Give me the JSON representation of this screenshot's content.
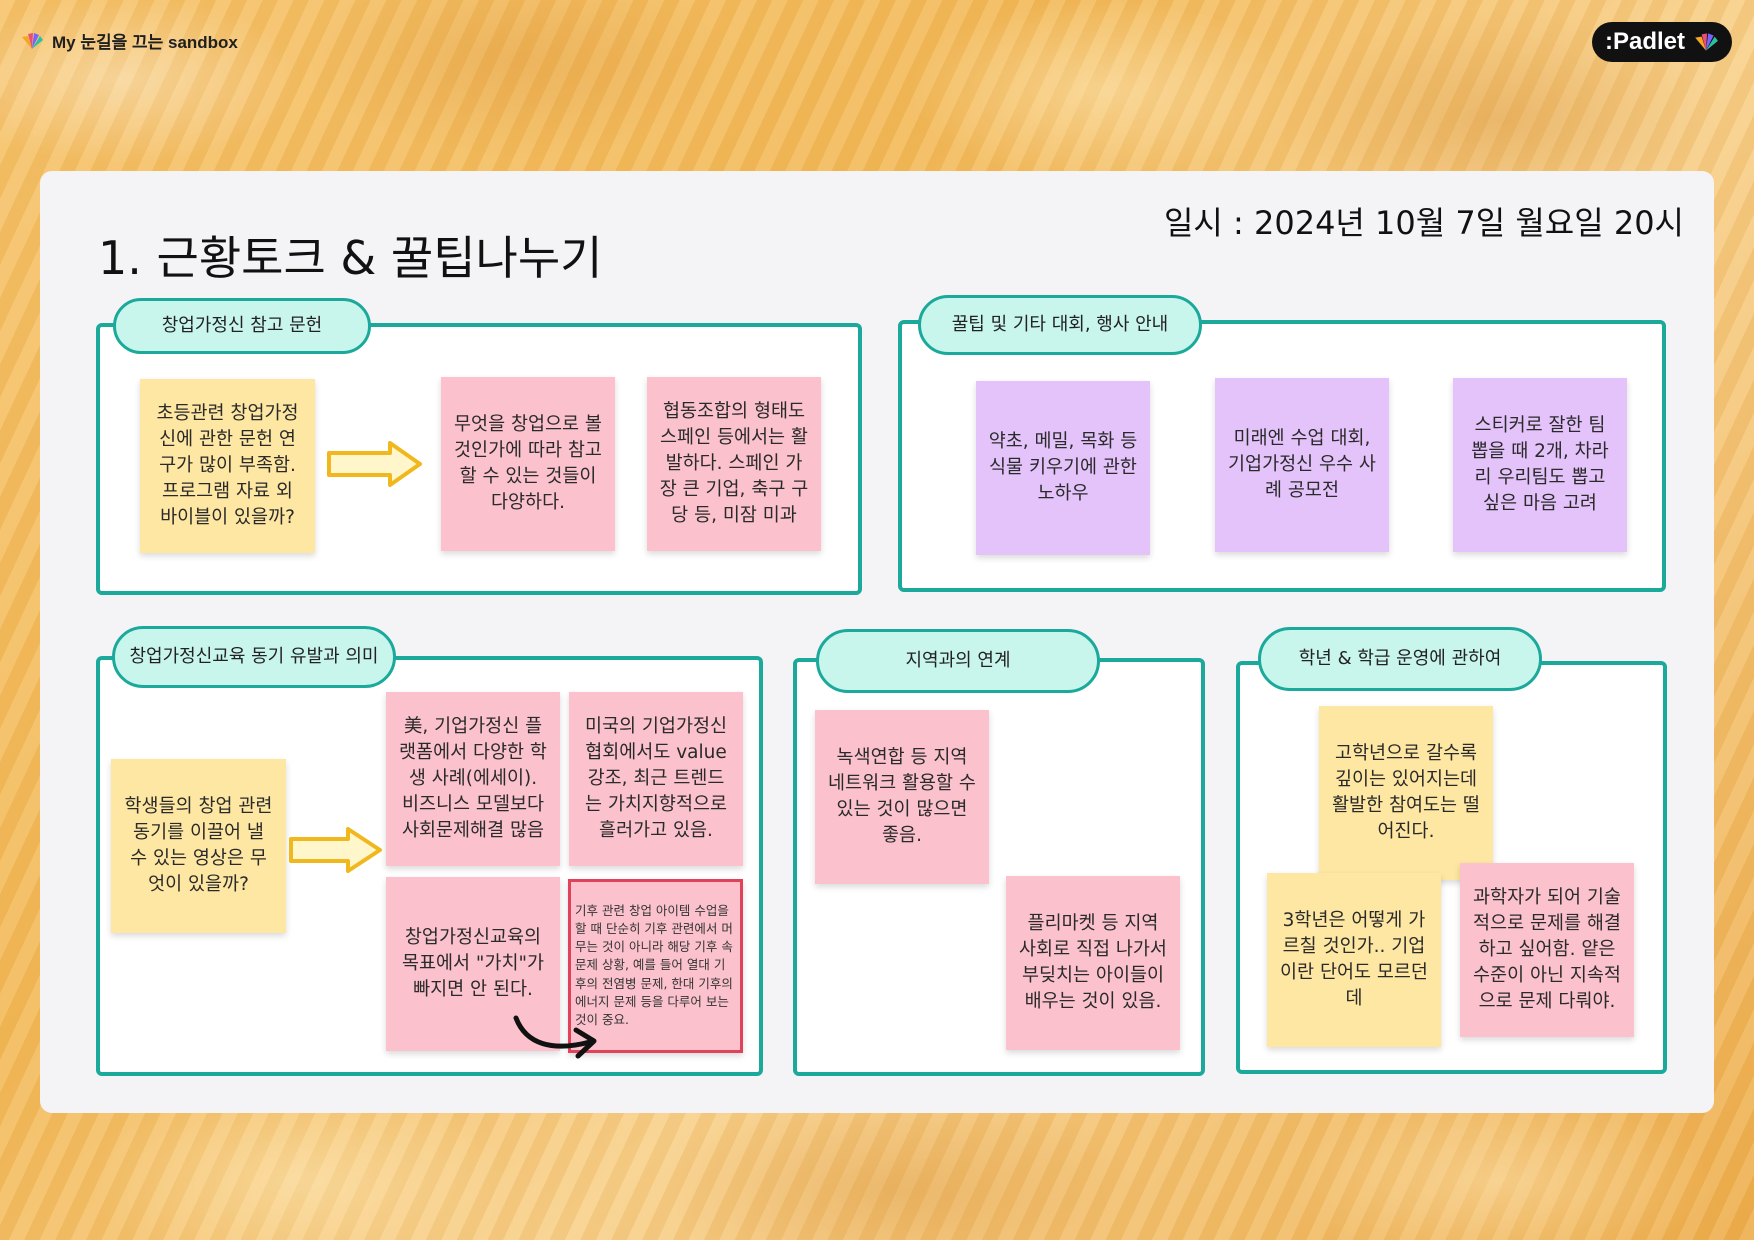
{
  "app": {
    "board_name": "My 눈길을 끄는 sandbox",
    "brand": ":Padlet",
    "brand_icon": "padlet-fan-icon"
  },
  "header": {
    "title": "1. 근황토크 & 꿀팁나누기",
    "date": "일시 : 2024년 10월 7일 월요일 20시"
  },
  "sections": {
    "references": {
      "label": "창업가정신 참고 문헌",
      "notes": [
        "초등관련 창업가정신에 관한 문헌 연구가 많이 부족함. 프로그램 자료 외 바이블이 있을까?",
        "무엇을 창업으로 볼 것인가에 따라 참고할 수 있는 것들이 다양하다.",
        "협동조합의 형태도 스페인 등에서는 활발하다. 스페인 가장 큰 기업, 축구 구당 등, 미잠 미과"
      ]
    },
    "tips": {
      "label": "꿀팁 및 기타 대회, 행사 안내",
      "notes": [
        "약초, 메밀, 목화 등 식물 키우기에 관한 노하우",
        "미래엔 수업 대회, 기업가정신 우수 사례 공모전",
        "스티커로 잘한 팀 뽑을 때 2개, 차라리 우리팀도 뽑고 싶은 마음 고려"
      ]
    },
    "motivation": {
      "label": "창업가정신교육 동기 유발과 의미",
      "notes": [
        "학생들의 창업 관련 동기를 이끌어 낼 수 있는 영상은 무엇이 있을까?",
        "美, 기업가정신 플랫폼에서 다양한 학생 사례(에세이). 비즈니스 모델보다 사회문제해결 많음",
        "미국의 기업가정신 협회에서도 value 강조, 최근 트렌드는 가치지향적으로 흘러가고 있음.",
        "창업가정신교육의 목표에서 \"가치\"가 빠지면 안 된다.",
        "기후 관련 창업 아이템 수업을 할 때 단순히 기후 관련에서 머무는 것이 아니라 해당 기후 속 문제 상황, 예를 들어 열대 기후의 전염병 문제, 한대 기후의 에너지 문제 등을 다루어 보는 것이 중요."
      ]
    },
    "region": {
      "label": "지역과의 연계",
      "notes": [
        "녹색연합 등 지역 네트워크 활용할 수 있는 것이 많으면 좋음.",
        "플리마켓 등 지역 사회로 직접 나가서 부딪치는 아이들이 배우는 것이 있음."
      ]
    },
    "grade": {
      "label": "학년 & 학급 운영에 관하여",
      "notes": [
        "고학년으로 갈수록 깊이는 있어지는데 활발한 참여도는 떨어진다.",
        "3학년은 어떻게 가르칠 것인가.. 기업이란 단어도 모르던데",
        "과학자가 되어 기술적으로 문제를 해결하고 싶어함. 얕은 수준이 아닌 지속적으로 문제 다뤄야."
      ]
    }
  },
  "colors": {
    "teal_border": "#1aa99a",
    "label_fill": "#c8f5ec",
    "note_yellow": "#fde7a2",
    "note_pink": "#fbc2cd",
    "note_purple": "#e4c3fb",
    "arrow_yellow": "#f0b81c"
  }
}
